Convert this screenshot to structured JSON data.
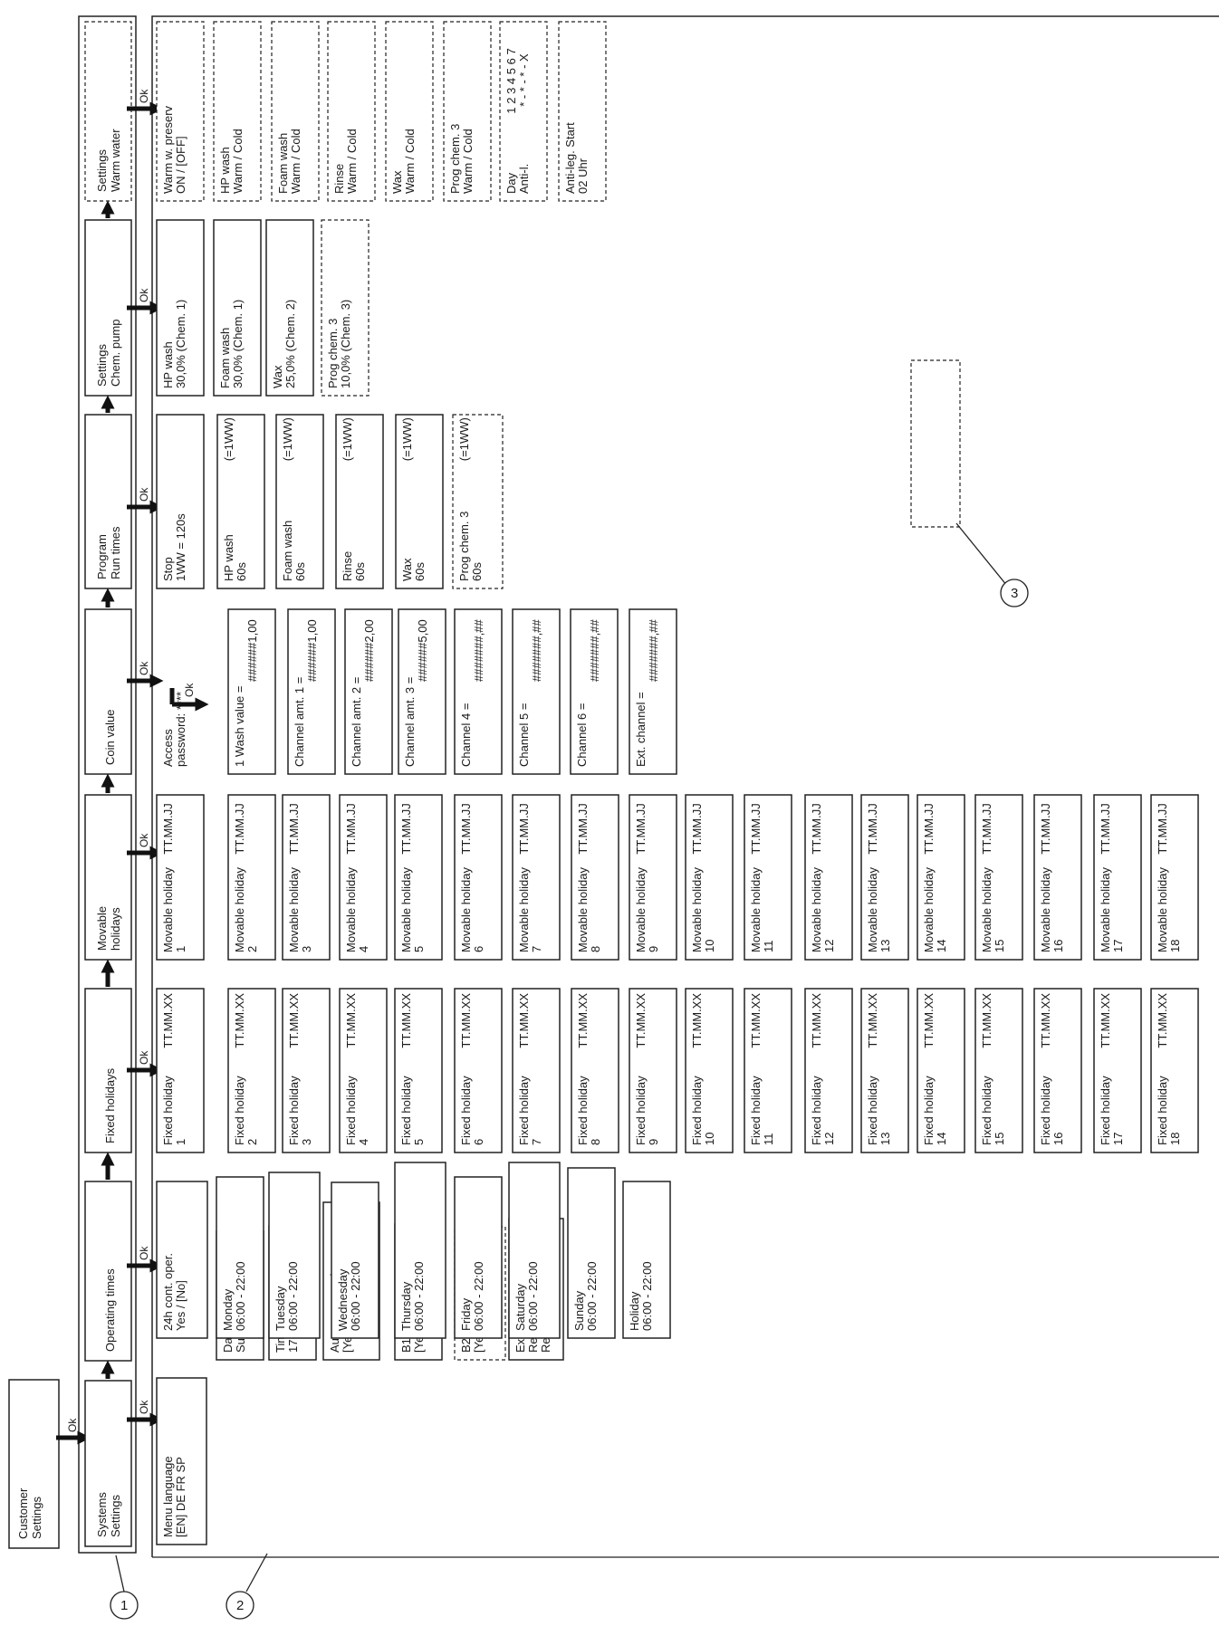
{
  "top": {
    "customer": [
      "Customer",
      "Settings"
    ],
    "ok": "Ok",
    "sections": [
      {
        "lines": [
          "Systems",
          "Settings"
        ],
        "dashed": false
      },
      {
        "lines": [
          "Operating times"
        ],
        "dashed": false
      },
      {
        "lines": [
          "Fixed holidays"
        ],
        "dashed": false
      },
      {
        "lines": [
          "Movable",
          "holidays"
        ],
        "dashed": false
      },
      {
        "lines": [
          "Coin value"
        ],
        "dashed": false
      },
      {
        "lines": [
          "Program",
          "Run times"
        ],
        "dashed": false
      },
      {
        "lines": [
          "Settings",
          "Chem. pump"
        ],
        "dashed": false
      },
      {
        "lines": [
          "Settings",
          "Warm water"
        ],
        "dashed": true
      }
    ]
  },
  "columns": [
    {
      "items": [
        {
          "lines": [
            "Menu language",
            "[EN]  DE    FR    SP"
          ]
        },
        {
          "lines": [
            "Date",
            "Su. 01.01.17"
          ]
        },
        {
          "lines": [
            "Time",
            "17:36:25"
          ]
        },
        {
          "lines": [
            "Auto summer time",
            "[Yes] / No"
          ]
        },
        {
          "lines": [
            "B1 lock",
            "[Yes] / No"
          ]
        },
        {
          "lines": [
            "B2 lock",
            "[Yes] / No"
          ],
          "dashed": true
        },
        {
          "lines": [
            "Extern. indic.",
            "Rem. time disp.",
            "Rem. val. disp."
          ]
        }
      ]
    },
    {
      "items": [
        {
          "lines": [
            "24h cont. oper.",
            "Yes / [No]"
          ]
        },
        {
          "lines": [
            "Monday",
            "06:00 - 22:00"
          ]
        },
        {
          "lines": [
            "Tuesday",
            "06:00 - 22:00"
          ]
        },
        {
          "lines": [
            "Wednesday",
            "06:00 - 22:00"
          ]
        },
        {
          "lines": [
            "Thursday",
            "06:00 - 22:00"
          ]
        },
        {
          "lines": [
            "Friday",
            "06:00 - 22:00"
          ]
        },
        {
          "lines": [
            "Saturday",
            "06:00 - 22:00"
          ]
        },
        {
          "lines": [
            "Sunday",
            "06:00 - 22:00"
          ]
        },
        {
          "lines": [
            "Holiday",
            "06:00 - 22:00"
          ]
        }
      ]
    },
    {
      "items": [
        {
          "lines": [
            "Fixed holiday",
            "1"
          ],
          "value": "TT.MM.XX"
        },
        {
          "lines": [
            "Fixed holiday",
            "2"
          ],
          "value": "TT.MM.XX"
        },
        {
          "lines": [
            "Fixed holiday",
            "3"
          ],
          "value": "TT.MM.XX"
        },
        {
          "lines": [
            "Fixed holiday",
            "4"
          ],
          "value": "TT.MM.XX"
        },
        {
          "lines": [
            "Fixed holiday",
            "5"
          ],
          "value": "TT.MM.XX"
        },
        {
          "lines": [
            "Fixed holiday",
            "6"
          ],
          "value": "TT.MM.XX"
        },
        {
          "lines": [
            "Fixed holiday",
            "7"
          ],
          "value": "TT.MM.XX"
        },
        {
          "lines": [
            "Fixed holiday",
            "8"
          ],
          "value": "TT.MM.XX"
        },
        {
          "lines": [
            "Fixed holiday",
            "9"
          ],
          "value": "TT.MM.XX"
        },
        {
          "lines": [
            "Fixed holiday",
            "10"
          ],
          "value": "TT.MM.XX"
        },
        {
          "lines": [
            "Fixed holiday",
            "11"
          ],
          "value": "TT.MM.XX"
        },
        {
          "lines": [
            "Fixed holiday",
            "12"
          ],
          "value": "TT.MM.XX"
        },
        {
          "lines": [
            "Fixed holiday",
            "13"
          ],
          "value": "TT.MM.XX"
        },
        {
          "lines": [
            "Fixed holiday",
            "14"
          ],
          "value": "TT.MM.XX"
        },
        {
          "lines": [
            "Fixed holiday",
            "15"
          ],
          "value": "TT.MM.XX"
        },
        {
          "lines": [
            "Fixed holiday",
            "16"
          ],
          "value": "TT.MM.XX"
        },
        {
          "lines": [
            "Fixed holiday",
            "17"
          ],
          "value": "TT.MM.XX"
        },
        {
          "lines": [
            "Fixed holiday",
            "18"
          ],
          "value": "TT.MM.XX"
        }
      ]
    },
    {
      "items": [
        {
          "lines": [
            "Movable holiday",
            "1"
          ],
          "value": "TT.MM.JJ"
        },
        {
          "lines": [
            "Movable holiday",
            "2"
          ],
          "value": "TT.MM.JJ"
        },
        {
          "lines": [
            "Movable holiday",
            "3"
          ],
          "value": "TT.MM.JJ"
        },
        {
          "lines": [
            "Movable holiday",
            "4"
          ],
          "value": "TT.MM.JJ"
        },
        {
          "lines": [
            "Movable holiday",
            "5"
          ],
          "value": "TT.MM.JJ"
        },
        {
          "lines": [
            "Movable holiday",
            "6"
          ],
          "value": "TT.MM.JJ"
        },
        {
          "lines": [
            "Movable holiday",
            "7"
          ],
          "value": "TT.MM.JJ"
        },
        {
          "lines": [
            "Movable holiday",
            "8"
          ],
          "value": "TT.MM.JJ"
        },
        {
          "lines": [
            "Movable holiday",
            "9"
          ],
          "value": "TT.MM.JJ"
        },
        {
          "lines": [
            "Movable holiday",
            "10"
          ],
          "value": "TT.MM.JJ"
        },
        {
          "lines": [
            "Movable holiday",
            "11"
          ],
          "value": "TT.MM.JJ"
        },
        {
          "lines": [
            "Movable holiday",
            "12"
          ],
          "value": "TT.MM.JJ"
        },
        {
          "lines": [
            "Movable holiday",
            "13"
          ],
          "value": "TT.MM.JJ"
        },
        {
          "lines": [
            "Movable holiday",
            "14"
          ],
          "value": "TT.MM.JJ"
        },
        {
          "lines": [
            "Movable holiday",
            "15"
          ],
          "value": "TT.MM.JJ"
        },
        {
          "lines": [
            "Movable holiday",
            "16"
          ],
          "value": "TT.MM.JJ"
        },
        {
          "lines": [
            "Movable holiday",
            "17"
          ],
          "value": "TT.MM.JJ"
        },
        {
          "lines": [
            "Movable holiday",
            "18"
          ],
          "value": "TT.MM.JJ"
        }
      ]
    },
    {
      "items": [
        {
          "lines": [
            "Access",
            "password: ****"
          ],
          "noBorder": true
        },
        {
          "lines": [
            "1 Wash value ="
          ],
          "value": "######1,00"
        },
        {
          "lines": [
            "Channel amt. 1 ="
          ],
          "value": "######1,00"
        },
        {
          "lines": [
            "Channel amt. 2 ="
          ],
          "value": "######2,00"
        },
        {
          "lines": [
            "Channel amt. 3 ="
          ],
          "value": "######5,00"
        },
        {
          "lines": [
            "Channel 4 ="
          ],
          "value": "#######,##"
        },
        {
          "lines": [
            "Channel 5 ="
          ],
          "value": "#######,##"
        },
        {
          "lines": [
            "Channel 6 ="
          ],
          "value": "#######,##"
        },
        {
          "lines": [
            "Ext. channel ="
          ],
          "value": "#######,##"
        }
      ]
    },
    {
      "items": [
        {
          "lines": [
            "Stop",
            "1WW = 120s"
          ]
        },
        {
          "lines": [
            "HP wash",
            "60s"
          ],
          "value": "(=1WW)"
        },
        {
          "lines": [
            "Foam wash",
            "60s"
          ],
          "value": "(=1WW)"
        },
        {
          "lines": [
            "Rinse",
            "60s"
          ],
          "value": "(=1WW)"
        },
        {
          "lines": [
            "Wax",
            "60s"
          ],
          "value": "(=1WW)"
        },
        {
          "lines": [
            "Prog chem. 3",
            "60s"
          ],
          "value": "(=1WW)",
          "dashed": true
        }
      ]
    },
    {
      "items": [
        {
          "lines": [
            "HP wash",
            "30,0%   (Chem. 1)"
          ]
        },
        {
          "lines": [
            "Foam wash",
            "30,0%   (Chem. 1)"
          ]
        },
        {
          "lines": [
            "Wax",
            "25,0%   (Chem. 2)"
          ]
        },
        {
          "lines": [
            "Prog chem. 3",
            "10,0%   (Chem. 3)"
          ],
          "dashed": true
        }
      ]
    },
    {
      "items": [
        {
          "lines": [
            "Warm w. preserv",
            "ON / [OFF]"
          ],
          "dashed": true
        },
        {
          "lines": [
            "HP wash",
            "Warm / Cold"
          ],
          "dashed": true
        },
        {
          "lines": [
            "Foam wash",
            "Warm / Cold"
          ],
          "dashed": true
        },
        {
          "lines": [
            "Rinse",
            "Warm / Cold"
          ],
          "dashed": true
        },
        {
          "lines": [
            "Wax",
            "Warm / Cold"
          ],
          "dashed": true
        },
        {
          "lines": [
            "Prog chem. 3",
            "Warm / Cold"
          ],
          "dashed": true
        },
        {
          "lines": [
            "Day",
            "Anti-l."
          ],
          "value": "1 2 3 4 5 6 7",
          "value2": "* - * - * - X",
          "dashed": true
        },
        {
          "lines": [
            "Anti-leg. Start",
            "02 Uhr"
          ],
          "dashed": true
        }
      ]
    }
  ],
  "callouts": [
    "1",
    "2",
    "3"
  ]
}
